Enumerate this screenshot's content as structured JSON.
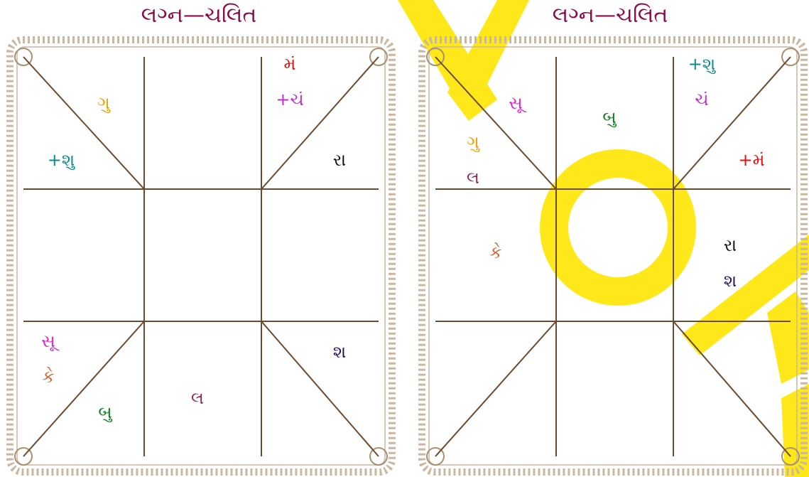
{
  "colors": {
    "title": "#8b0a4a",
    "line": "#6b4a2e",
    "border": "#c9b79f",
    "watermark": "#ffe600",
    "guru": "#f0a000",
    "shukra": "#0a8c8c",
    "mangal": "#e01010",
    "chandra": "#c030d0",
    "rahu": "#111111",
    "surya": "#e020d0",
    "ketu": "#d0602a",
    "budh": "#0a7a1a",
    "lagna": "#8a3060",
    "shani": "#2a1060"
  },
  "charts": [
    {
      "title": "લગ્ન—ચલિત",
      "houses": {
        "h1": [],
        "h2": [
          {
            "text": "+શુ",
            "color": "shukra"
          }
        ],
        "h3": [],
        "h4": [],
        "h5": [
          {
            "text": "સૂ",
            "color": "surya"
          },
          {
            "text": "કે",
            "color": "ketu"
          }
        ],
        "h6": [
          {
            "text": "બુ",
            "color": "budh"
          }
        ],
        "h7": [
          {
            "text": "લ",
            "color": "lagna"
          }
        ],
        "h8": [],
        "h9": [
          {
            "text": "શ",
            "color": "shani"
          }
        ],
        "h10": [],
        "h11": [
          {
            "text": "રા",
            "color": "rahu"
          }
        ],
        "h12": [
          {
            "text": "મં",
            "color": "mangal"
          },
          {
            "text": "+ચં",
            "color": "chandra"
          }
        ],
        "h13": [],
        "h14": [
          {
            "text": "ગુ",
            "color": "guru"
          }
        ]
      }
    },
    {
      "title": "લગ્ન—ચલિત",
      "houses": {
        "h1": [
          {
            "text": "બુ",
            "color": "budh"
          }
        ],
        "h2": [
          {
            "text": "ગુ",
            "color": "guru"
          },
          {
            "text": "લ",
            "color": "lagna"
          }
        ],
        "h3": [
          {
            "text": "કે",
            "color": "ketu"
          }
        ],
        "h4": [],
        "h5": [],
        "h6": [],
        "h7": [],
        "h8": [],
        "h9": [],
        "h10": [],
        "h11": [
          {
            "text": "+મં",
            "color": "mangal"
          }
        ],
        "h12": [
          {
            "text": "+શુ",
            "color": "shukra"
          },
          {
            "text": "ચં",
            "color": "chandra"
          }
        ],
        "h13": [
          {
            "text": "રા",
            "color": "rahu"
          },
          {
            "text": "શ",
            "color": "shani"
          }
        ],
        "h14": [
          {
            "text": "સૂ",
            "color": "surya"
          }
        ]
      }
    }
  ]
}
